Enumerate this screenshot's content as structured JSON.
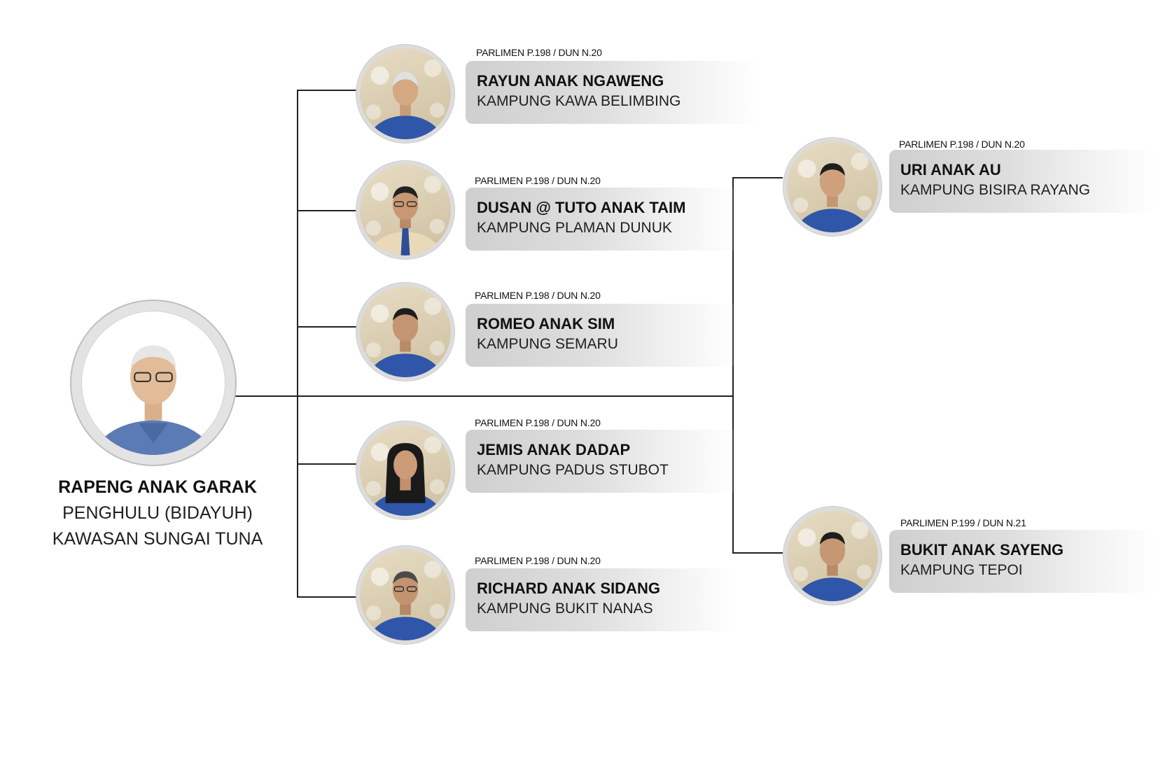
{
  "chief": {
    "name": "RAPENG ANAK GARAK",
    "title": "PENGHULU (BIDAYUH)",
    "area": "KAWASAN SUNGAI TUNA"
  },
  "members": [
    {
      "parliament": "PARLIMEN P.198 / DUN N.20",
      "name": "RAYUN ANAK NGAWENG",
      "village": "KAMPUNG KAWA  BELIMBING"
    },
    {
      "parliament": "PARLIMEN P.198 / DUN N.20",
      "name": "DUSAN @ TUTO ANAK TAIM",
      "village": "KAMPUNG PLAMAN DUNUK"
    },
    {
      "parliament": "PARLIMEN P.198 / DUN N.20",
      "name": "ROMEO ANAK SIM",
      "village": "KAMPUNG SEMARU"
    },
    {
      "parliament": "PARLIMEN P.198 / DUN N.20",
      "name": "JEMIS ANAK DADAP",
      "village": "KAMPUNG PADUS STUBOT"
    },
    {
      "parliament": "PARLIMEN P.198 / DUN N.20",
      "name": "RICHARD ANAK SIDANG",
      "village": "KAMPUNG BUKIT NANAS"
    },
    {
      "parliament": "PARLIMEN P.198 / DUN N.20",
      "name": "URI ANAK AU",
      "village": "KAMPUNG BISIRA RAYANG"
    },
    {
      "parliament": "PARLIMEN P.199 / DUN N.21",
      "name": "BUKIT ANAK SAYENG",
      "village": "KAMPUNG TEPOI"
    }
  ],
  "colors": {
    "shirt": "#2f56a8",
    "chief_shirt": "#5b7bb5",
    "line": "#222222",
    "card": "#d6d6d6"
  }
}
